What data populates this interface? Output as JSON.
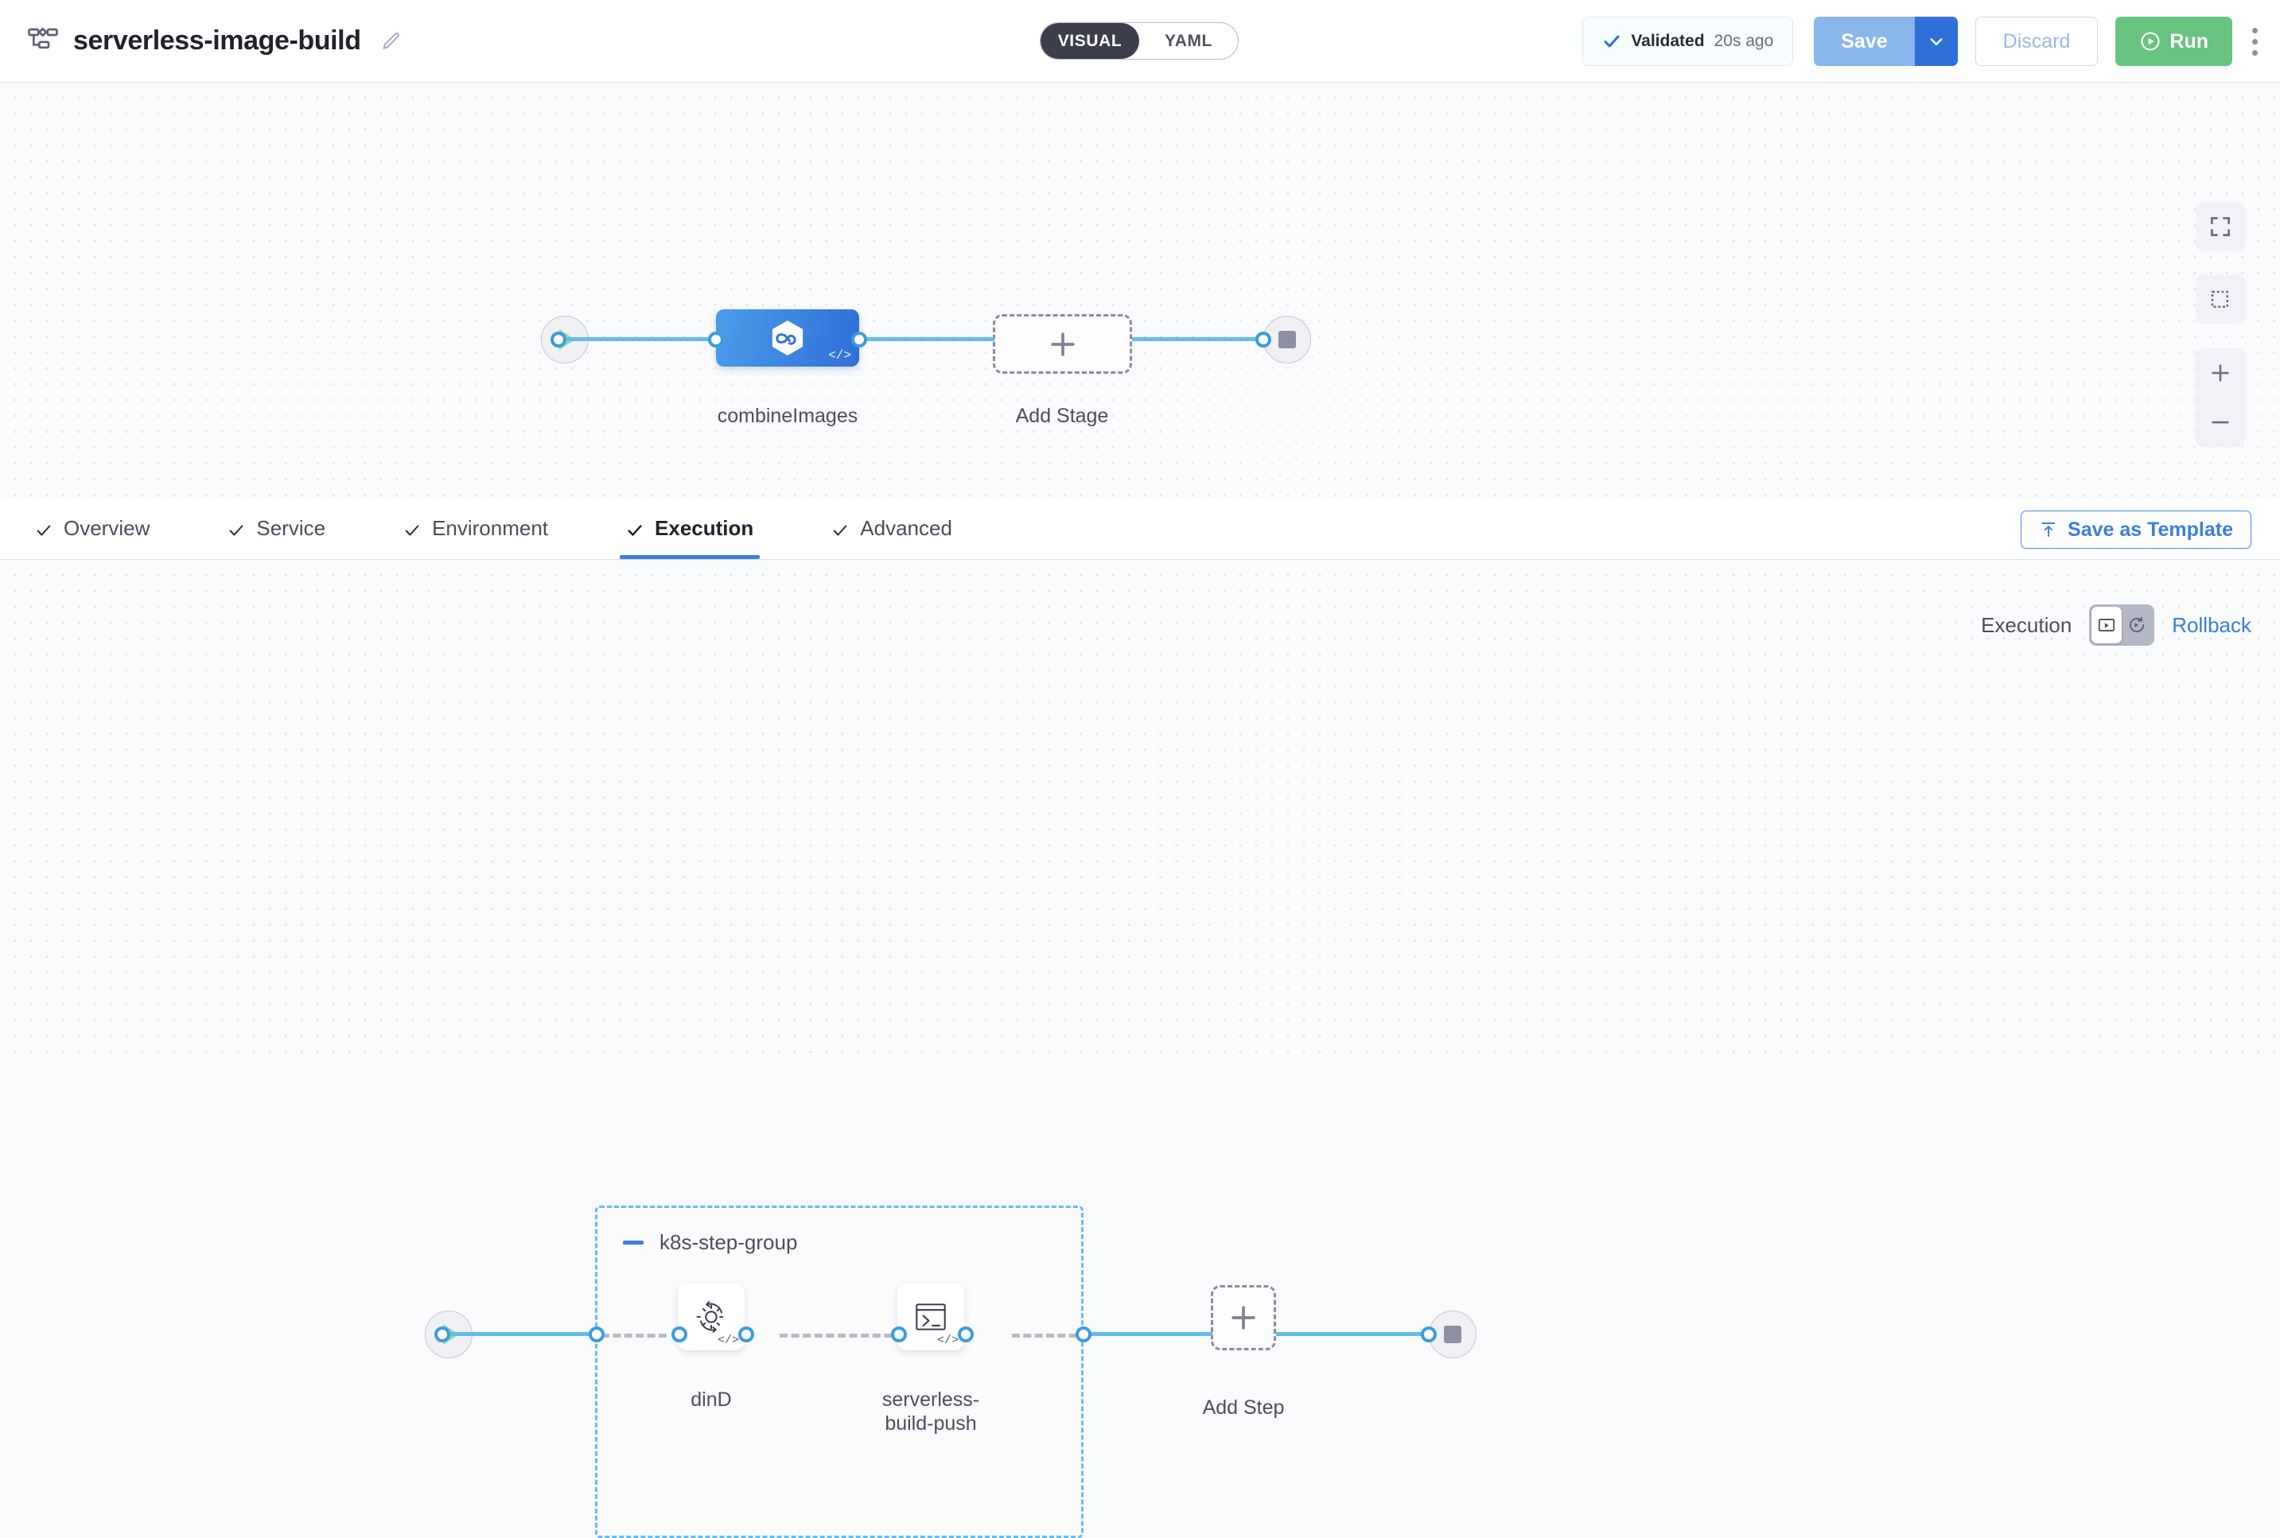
{
  "header": {
    "pipeline_icon": "pipeline-flow-icon",
    "title": "serverless-image-build",
    "edit_icon": "pencil-edit-icon",
    "view_toggle": {
      "options": [
        "VISUAL",
        "YAML"
      ],
      "selected": "VISUAL"
    },
    "validation": {
      "icon": "check-icon",
      "label": "Validated",
      "time": "20s ago"
    },
    "save": {
      "label": "Save",
      "caret_icon": "chevron-down-icon"
    },
    "discard": {
      "label": "Discard"
    },
    "run": {
      "label": "Run",
      "icon": "play-circle-icon"
    },
    "more_menu": {
      "icon": "kebab-menu-icon"
    }
  },
  "stage_canvas": {
    "start_node": {
      "icon": "play-icon"
    },
    "end_node": {
      "icon": "stop-icon"
    },
    "stage": {
      "name": "combineImages",
      "icon": "harness-hexagon-icon",
      "code_badge": "</>"
    },
    "add_stage": {
      "label": "Add Stage",
      "icon": "plus-icon"
    },
    "controls": [
      {
        "name": "fit-to-screen-icon"
      },
      {
        "name": "selection-box-icon"
      },
      {
        "name": "zoom-in-icon"
      },
      {
        "name": "zoom-out-icon"
      }
    ]
  },
  "tabs": {
    "items": [
      {
        "label": "Overview",
        "checked": true,
        "active": false
      },
      {
        "label": "Service",
        "checked": true,
        "active": false
      },
      {
        "label": "Environment",
        "checked": true,
        "active": false
      },
      {
        "label": "Execution",
        "checked": true,
        "active": true
      },
      {
        "label": "Advanced",
        "checked": true,
        "active": false
      }
    ],
    "save_as_template": {
      "label": "Save as Template",
      "icon": "template-upload-icon"
    }
  },
  "execution_canvas": {
    "mode_switch": {
      "left_label": "Execution",
      "right_label": "Rollback",
      "left_icon": "execution-play-box-icon",
      "right_icon": "rollback-circular-arrow-icon",
      "selected": "Execution"
    },
    "start_node": {
      "icon": "play-icon"
    },
    "end_node": {
      "icon": "stop-icon"
    },
    "step_group": {
      "name": "k8s-step-group",
      "collapse_icon": "minus-icon",
      "steps": [
        {
          "name": "dinD",
          "icon": "gear-refresh-icon",
          "code_badge": "</>"
        },
        {
          "name": "serverless-\nbuild-push",
          "icon": "terminal-icon",
          "code_badge": "</>"
        }
      ]
    },
    "add_step": {
      "label": "Add Step",
      "icon": "plus-icon"
    }
  },
  "colors": {
    "accent_blue": "#3b7ede",
    "edge_blue": "#63bdec",
    "run_green": "#69c47f",
    "stage_gradient_start": "#4c9ce9",
    "stage_gradient_end": "#2f6fd8",
    "group_border": "#63bdec",
    "dash_grey": "#b8bac8"
  }
}
